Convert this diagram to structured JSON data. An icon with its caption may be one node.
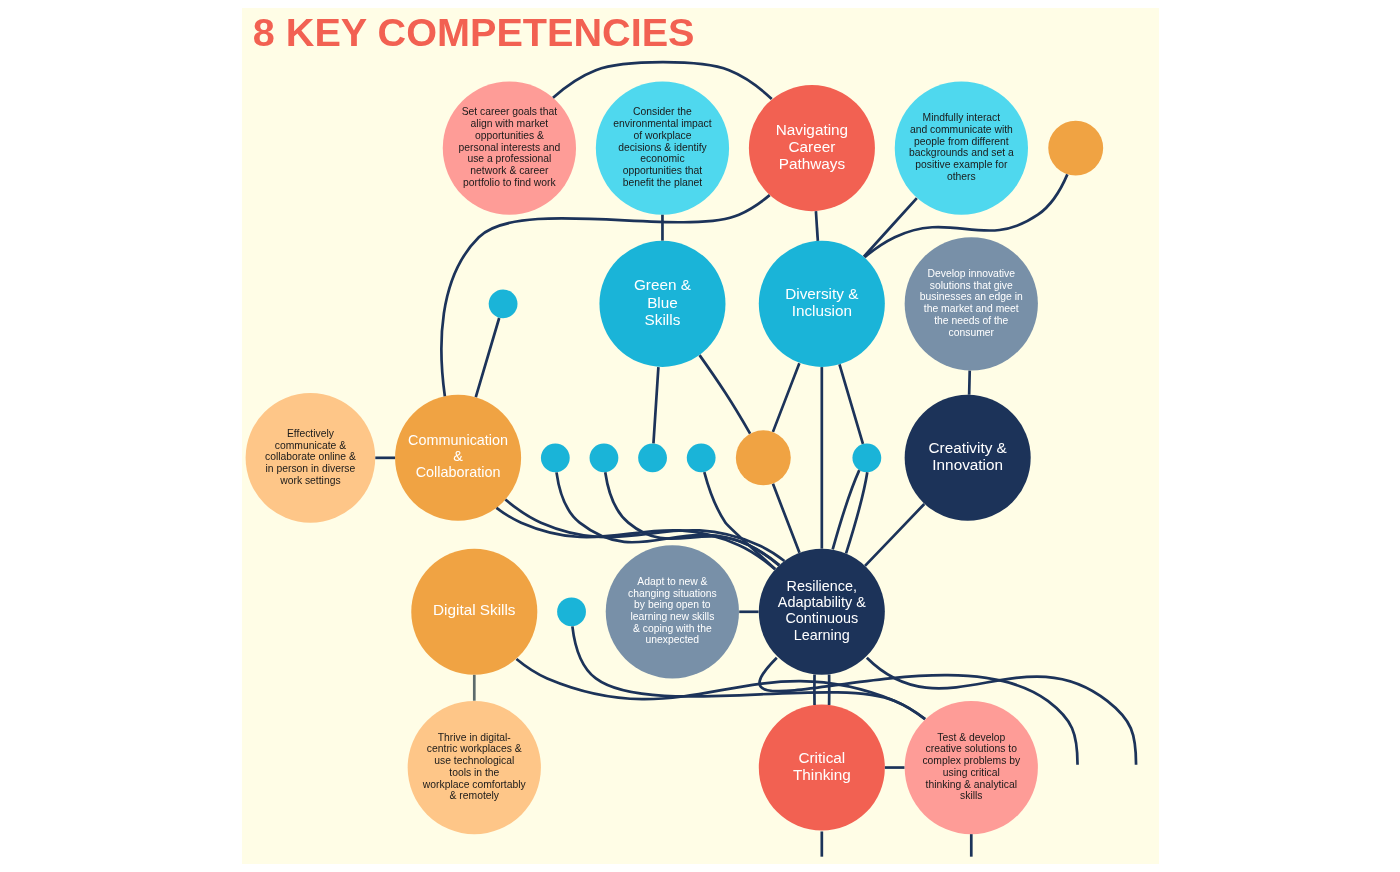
{
  "diagram": {
    "title": "8 KEY COMPETENCIES",
    "nodes": [
      {
        "text": [
          "Navigating Career Pathways"
        ]
      },
      {
        "text": [
          "Set career goals that align with market opportunities & personal interests and use a professional network & career portfolio to find work"
        ]
      },
      {
        "text": [
          "Diversity & Inclusion"
        ]
      },
      {
        "text": [
          "Mindfully interact and communicate with people from different backgrounds and set a positive example for others"
        ]
      },
      {
        "text": [
          "Creativity & Innovation"
        ]
      },
      {
        "text": [
          "Develop innovative solutions that give businesses an edge in the market and meet the needs of the consumer"
        ]
      },
      {
        "text": [
          "Green & Blue Skills"
        ]
      },
      {
        "text": [
          "Consider the environmental impact of workplace decisions & identify economic opportunities that benefit the planet"
        ]
      },
      {
        "text": [
          "Communication & Collaboration"
        ]
      },
      {
        "text": [
          "Effectively communicate & collaborate online & in person in diverse work settings"
        ]
      },
      {
        "text": [
          "Digital Skills"
        ]
      },
      {
        "text": [
          "Thrive in digital-centric workplaces & use technological tools in the workplace comfortably & remotely"
        ]
      },
      {
        "text": [
          "Resilience, Adaptability & Continuous Learning"
        ]
      },
      {
        "text": [
          "Adapt to new & changing situations by being open to learning new skills & coping with the unexpected"
        ]
      },
      {
        "text": [
          "Critical Thinking"
        ]
      },
      {
        "text": [
          "Test & develop creative solutions to complex problems by using critical thinking & analytical skills"
        ]
      },
      {
        "text": [],
        "shape": "circle"
      },
      {
        "text": [],
        "shape": "circle"
      },
      {
        "text": [],
        "shape": "circle"
      },
      {
        "text": [],
        "shape": "circle"
      },
      {
        "text": [],
        "shape": "circle"
      },
      {
        "text": [],
        "shape": "circle"
      },
      {
        "text": [],
        "shape": "circle"
      },
      {
        "text": [],
        "shape": "circle"
      },
      {
        "text": [],
        "shape": "circle"
      }
    ],
    "edges": [
      {
        "from": 1,
        "to": 0,
        "arrow": "none"
      },
      {
        "from": 3,
        "to": 2,
        "arrow": "none"
      },
      {
        "from": 5,
        "to": 4,
        "arrow": "none"
      },
      {
        "from": 7,
        "to": 6,
        "arrow": "none"
      },
      {
        "from": 9,
        "to": 8,
        "arrow": "none"
      },
      {
        "from": 10,
        "to": 11,
        "arrow": "none",
        "color": "#5d6b6b"
      },
      {
        "from": 13,
        "to": 12,
        "arrow": "none"
      },
      {
        "from": 14,
        "to": 15,
        "arrow": "none"
      },
      {
        "from": 0,
        "to": 8,
        "arrow": "none"
      },
      {
        "from": 0,
        "to": 2,
        "arrow": "none"
      },
      {
        "from": 16,
        "to": 2,
        "arrow": "none"
      },
      {
        "from": 19,
        "to": 8,
        "arrow": "none"
      },
      {
        "from": 2,
        "to": 20,
        "arrow": "none"
      },
      {
        "from": 20,
        "to": 12,
        "arrow": "none"
      },
      {
        "from": 6,
        "to": 20,
        "arrow": "none"
      },
      {
        "from": 2,
        "to": 12,
        "arrow": "none"
      },
      {
        "from": 2,
        "to": 22,
        "arrow": "none"
      },
      {
        "from": 22,
        "to": 12,
        "arrow": "none"
      },
      {
        "from": 22,
        "to": 12,
        "arrow": "none"
      },
      {
        "from": 4,
        "to": 12,
        "arrow": "none"
      },
      {
        "from": 17,
        "to": 12,
        "arrow": "none"
      },
      {
        "from": 18,
        "to": 12,
        "arrow": "none"
      },
      {
        "from": 6,
        "to": 21,
        "arrow": "none"
      },
      {
        "from": 8,
        "to": 12,
        "arrow": "none"
      },
      {
        "from": 8,
        "to": 12,
        "arrow": "none"
      },
      {
        "from": 12,
        "to": null,
        "arrow": "none"
      },
      {
        "from": 12,
        "to": null,
        "arrow": "none"
      },
      {
        "from": 12,
        "to": 14,
        "arrow": "none"
      },
      {
        "from": 12,
        "to": 14,
        "arrow": "none"
      },
      {
        "from": 14,
        "to": null,
        "arrow": "none"
      },
      {
        "from": 15,
        "to": null,
        "arrow": "none"
      },
      {
        "from": 24,
        "to": 12,
        "arrow": "none"
      },
      {
        "from": 10,
        "to": 15,
        "arrow": "none"
      },
      {
        "from": 23,
        "to": 15,
        "arrow": "none"
      }
    ]
  }
}
